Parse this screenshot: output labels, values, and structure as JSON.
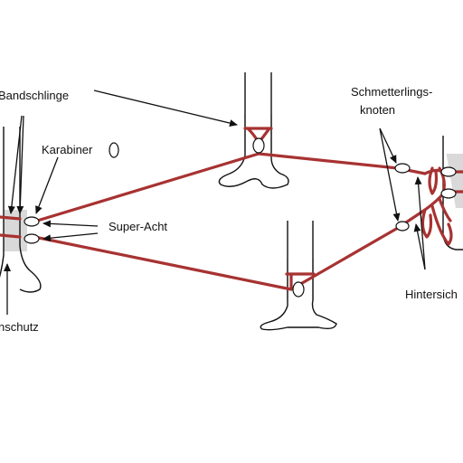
{
  "colors": {
    "rope": "#a83232",
    "band": "#d9d9d9",
    "outline": "#111111",
    "background": "#ffffff"
  },
  "labels": {
    "bandschlinge": "Bandschlinge",
    "karabiner": "Karabiner",
    "super_acht": "Super-Acht",
    "schmetterlings_line1": "Schmetterlings-",
    "schmetterlings_line2": "knoten",
    "hintersich": "Hintersich",
    "schutz": "nschutz"
  },
  "icons": {
    "karabiner_symbol": "carabiner-outline-icon"
  }
}
